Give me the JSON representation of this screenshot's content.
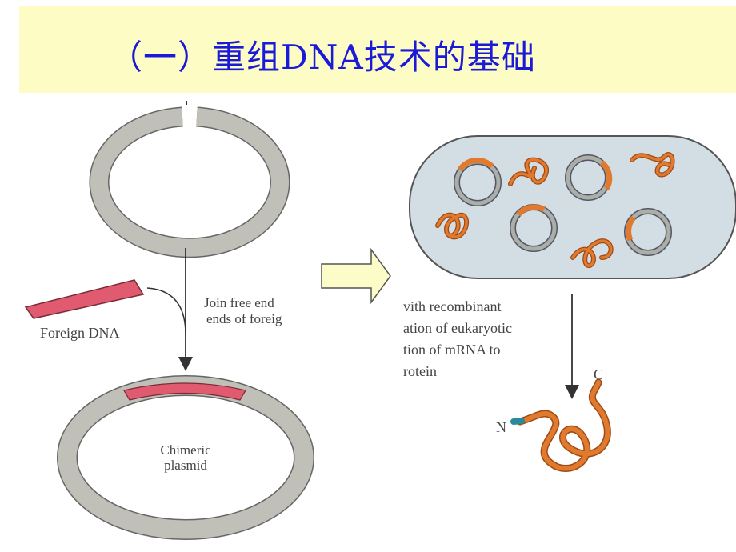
{
  "title": "（一）重组DNA技术的基础",
  "left_panel": {
    "foreign_dna_label": "Foreign DNA",
    "join_line1": "Join free end",
    "join_line2": "ends of foreig",
    "chimeric_line1": "Chimeric",
    "chimeric_line2": "plasmid"
  },
  "right_panel": {
    "caption_lines": [
      "vith recombinant",
      "ation of eukaryotic",
      "tion of mRNA to",
      "rotein"
    ],
    "n_label": "N",
    "c_label": "C"
  },
  "colors": {
    "title_band": "#fdfcc4",
    "title_text": "#1a1ad8",
    "plasmid_ring": "#c0bfb8",
    "foreign_dna": "#e05a70",
    "protein_orange": "#e07a2e",
    "cell_fill": "#d3dde4",
    "arrow_fill": "#fcfcc8"
  }
}
